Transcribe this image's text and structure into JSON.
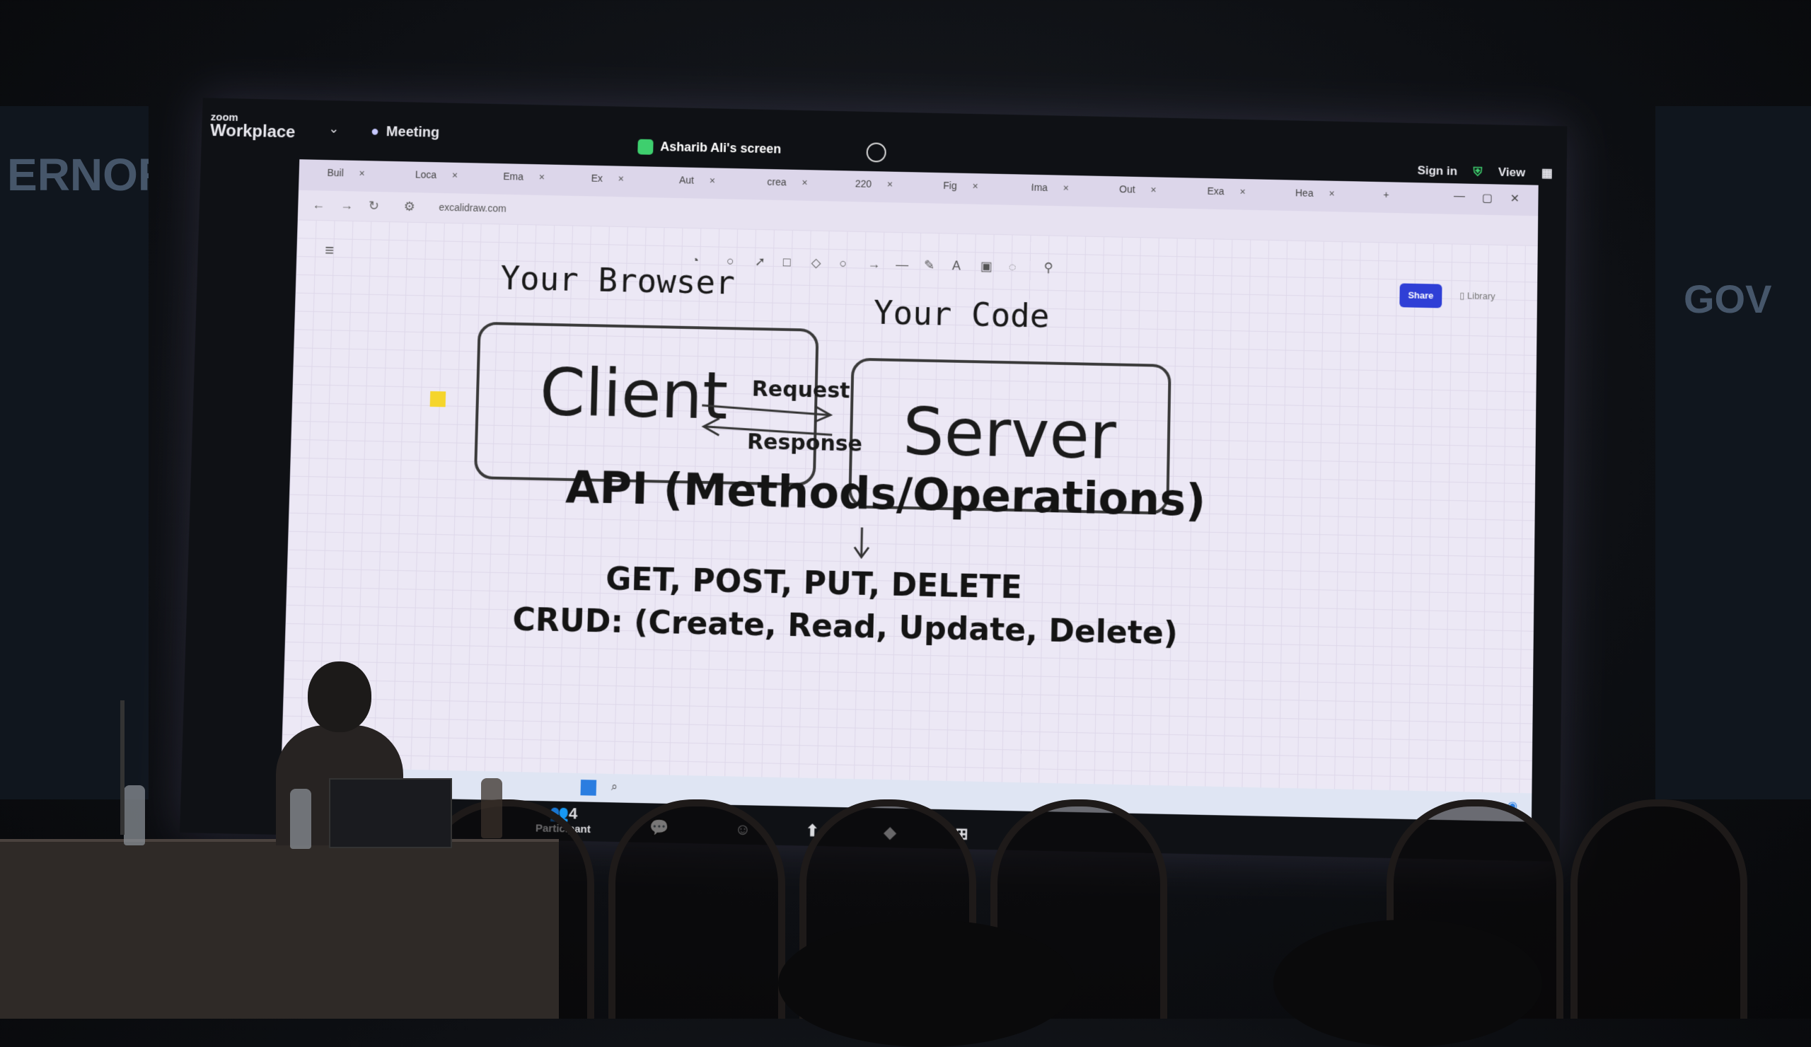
{
  "zoom": {
    "logo_small": "zoom",
    "logo_big": "Workplace",
    "meeting_label": "Meeting",
    "share_indicator": "Asharib Ali's screen",
    "sign_in": "Sign in",
    "view": "View"
  },
  "browser": {
    "tabs": [
      "Buil",
      "Loca",
      "Ema",
      "Ex",
      "Aut",
      "crea",
      "220",
      "Fig",
      "Ima",
      "Out",
      "Exa",
      "Hea"
    ],
    "url": "excalidraw.com"
  },
  "excalidraw": {
    "share_button": "Share",
    "library": "Library"
  },
  "diagram": {
    "label_browser": "Your Browser",
    "label_code": "Your Code",
    "client": "Client",
    "server": "Server",
    "request": "Request",
    "response": "Response",
    "api": "API (Methods/Operations)",
    "methods": "GET, POST, PUT, DELETE",
    "crud": "CRUD: (Create, Read, Update, Delete)"
  },
  "zoom_controls": {
    "participants_count": "4",
    "participants": "Participant"
  },
  "colors": {
    "excalidraw_primary": "#2f3fd6",
    "zoom_share_green": "#3ecf6e",
    "canvas_bg": "#ece8f5"
  }
}
